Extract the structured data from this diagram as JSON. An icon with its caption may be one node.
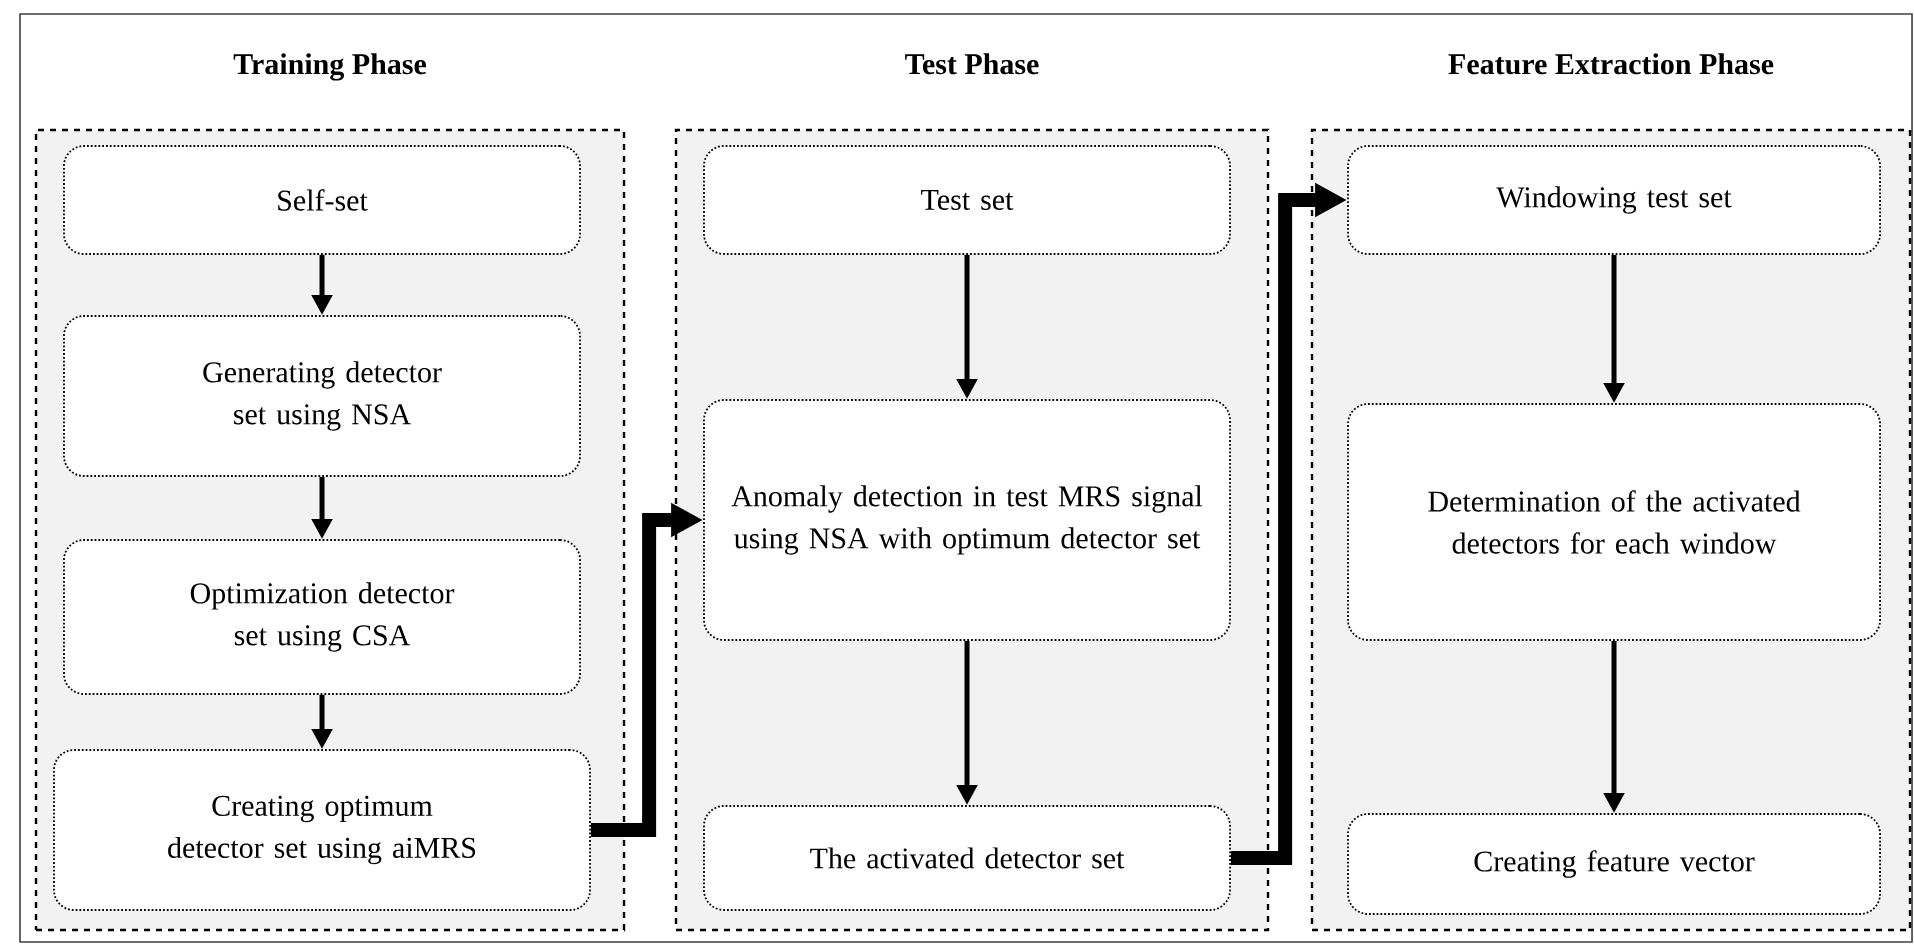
{
  "diagram": {
    "nodes": [
      {
        "text": [
          "Training Phase"
        ]
      },
      {
        "text": [
          "Self-set"
        ],
        "in": 0
      },
      {
        "text": [
          "Generating detector set using NSA"
        ],
        "in": 0
      },
      {
        "text": [
          "Optimization detector set using CSA"
        ],
        "in": 0
      },
      {
        "text": [
          "Creating optimum detector set using aiMRS"
        ],
        "in": 0
      },
      {
        "text": [
          "Test Phase"
        ]
      },
      {
        "text": [
          "Test set"
        ],
        "in": 5
      },
      {
        "text": [
          "Anomaly detection in test MRS signal using NSA with optimum detector set"
        ],
        "in": 5
      },
      {
        "text": [
          "The activated detector set"
        ],
        "in": 5
      },
      {
        "text": [
          "Feature Extraction Phase"
        ]
      },
      {
        "text": [
          "Windowing test set"
        ],
        "in": 9
      },
      {
        "text": [
          "Determination of the activated detectors for each window"
        ],
        "in": 9
      },
      {
        "text": [
          "Creating feature vector"
        ],
        "in": 9
      }
    ],
    "edges": [
      {
        "from": 1,
        "to": 2,
        "arrow": "to"
      },
      {
        "from": 2,
        "to": 3,
        "arrow": "to"
      },
      {
        "from": 3,
        "to": 4,
        "arrow": "to"
      },
      {
        "from": 4,
        "to": 7,
        "arrow": "to",
        "style": "thick"
      },
      {
        "from": 6,
        "to": 7,
        "arrow": "to"
      },
      {
        "from": 7,
        "to": 8,
        "arrow": "to"
      },
      {
        "from": 8,
        "to": 10,
        "arrow": "to",
        "style": "thick"
      },
      {
        "from": 10,
        "to": 11,
        "arrow": "to"
      },
      {
        "from": 11,
        "to": 12,
        "arrow": "to"
      }
    ]
  }
}
